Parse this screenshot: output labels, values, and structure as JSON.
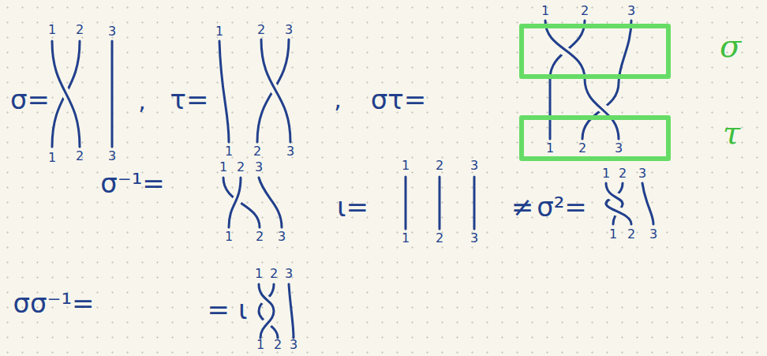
{
  "diagram": {
    "nodes": [
      {
        "text": [
          "σ"
        ]
      },
      {
        "text": [
          "τ"
        ]
      }
    ],
    "labels": [
      "σ=",
      "1",
      "2",
      "3",
      "1",
      "2",
      "3",
      ",",
      "τ=",
      "1",
      "2",
      "3",
      "1",
      "2",
      "3",
      ",",
      "στ=",
      "1",
      "2",
      "3",
      "1",
      "2",
      "3",
      "σ⁻¹=",
      "1",
      "2",
      "3",
      "1",
      "2",
      "3",
      "ι=",
      "1",
      "2",
      "3",
      "1",
      "2",
      "3",
      "≠",
      "σ²=",
      "1",
      "2",
      "3",
      "1",
      "2",
      "3",
      "σσ⁻¹=",
      "= ι",
      "1",
      "2",
      "3",
      "1",
      "2",
      "3"
    ]
  }
}
